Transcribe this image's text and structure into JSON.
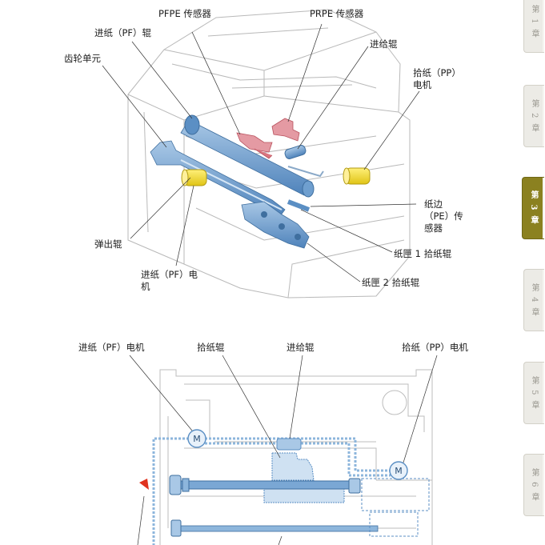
{
  "top_labels": {
    "pfpe_sensor": "PFPE 传感器",
    "prpe_sensor": "PRPE 传感器",
    "pf_roller": "进纸（PF）辊",
    "feed_roller": "进给辊",
    "gear_unit": "齿轮单元",
    "pp_motor": "拾纸（PP）\n电机",
    "pe_sensor": "纸边\n（PE）传\n感器",
    "eject_roller": "弹出辊",
    "tray1_pickup": "纸匣 1 拾纸辊",
    "pf_motor": "进纸（PF）电\n机",
    "tray2_pickup": "纸匣 2 拾纸辊"
  },
  "bottom_labels": {
    "pf_motor": "进纸（PF）电机",
    "pickup_roller": "拾纸辊",
    "feed_roller": "进给辊",
    "pp_motor": "拾纸（PP）电机",
    "motor_symbol": "M"
  },
  "chapter_tabs": [
    {
      "label": "第 1 章",
      "active": false
    },
    {
      "label": "第 2 章",
      "active": false
    },
    {
      "label": "第 3 章",
      "active": true
    },
    {
      "label": "第 4 章",
      "active": false
    },
    {
      "label": "第 5 章",
      "active": false
    },
    {
      "label": "第 6 章",
      "active": false
    }
  ],
  "colors": {
    "roller_blue": "#6f9fcf",
    "motor_yellow": "#f2dc2a",
    "sensor_red": "#d9757f",
    "drive_line": "#8db6dc",
    "tab_active": "#8b8120"
  }
}
